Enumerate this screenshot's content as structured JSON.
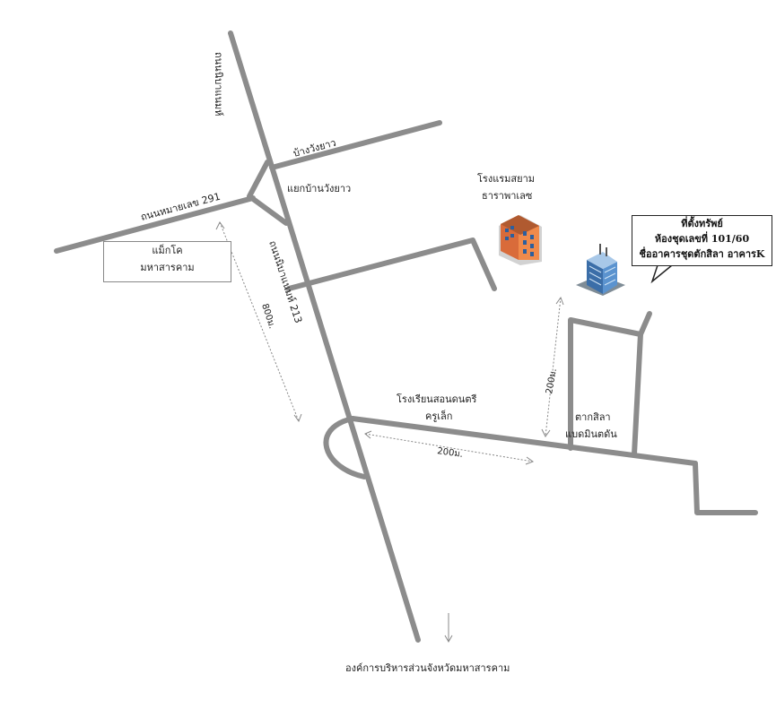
{
  "roads": {
    "main_road_upper": "ถนนนิบาแนมห์",
    "main_road_lower": "ถนนนิบาแนมห์ 213",
    "road_291": "ถนนหมายเลข 291",
    "ban_wang_yao": "บ้างวังยาว",
    "junction": "แยกบ้านวังยาว"
  },
  "landmarks": {
    "makro_line1": "แม็กโค",
    "makro_line2": "มหาสารคาม",
    "hotel_line1": "โรงแรมสยาม",
    "hotel_line2": "ธาราพาเลซ",
    "school_line1": "โรงเรียนสอนดนตรี",
    "school_line2": "ครูเล็ก",
    "badminton_line1": "ตากสิลา",
    "badminton_line2": "แบดมินตดัน",
    "pao": "องค์การบริหารส่วนจังหวัดมหาสารคาม"
  },
  "distances": {
    "d800": "800ม.",
    "d200_vertical": "200ม.",
    "d200_horizontal": "200ม."
  },
  "callout": {
    "line1": "ที่ตั้งทรัพย์",
    "line2": "ห้องชุดเลขที่  101/60",
    "line3": "ชื่ออาคารชุดตักสิลา อาคารK"
  },
  "icons": {
    "hotel": "hotel-building-icon",
    "condo": "condo-building-icon",
    "direction": "down-arrow-icon"
  },
  "colors": {
    "road": "#8c8c8c",
    "text": "#222222",
    "dashed": "#888888"
  }
}
